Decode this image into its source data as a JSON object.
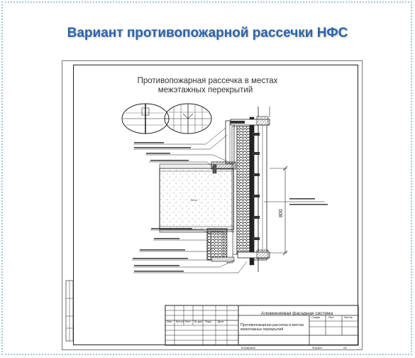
{
  "slide": {
    "title": "Вариант противопожарной рассечки НФС"
  },
  "drawing": {
    "title_line1": "Противопожарная рассечка в местах",
    "title_line2": "межэтажных перекрытий",
    "dimension": "800",
    "concrete_label": "Бетон"
  },
  "stamp": {
    "system_name": "Алюминиевая фасадная система",
    "sheet_title": "Противопожарная рассечка в местах межэтажных перекрытий",
    "col_labels": [
      "Изм.",
      "Кол.уч",
      "Лист",
      "№ док.",
      "Подп.",
      "Дата"
    ],
    "stage_labels": [
      "Стадия",
      "Лист",
      "Листов"
    ],
    "bottom_left": "Копировал",
    "bottom_right": "Формат",
    "format": "А3"
  }
}
